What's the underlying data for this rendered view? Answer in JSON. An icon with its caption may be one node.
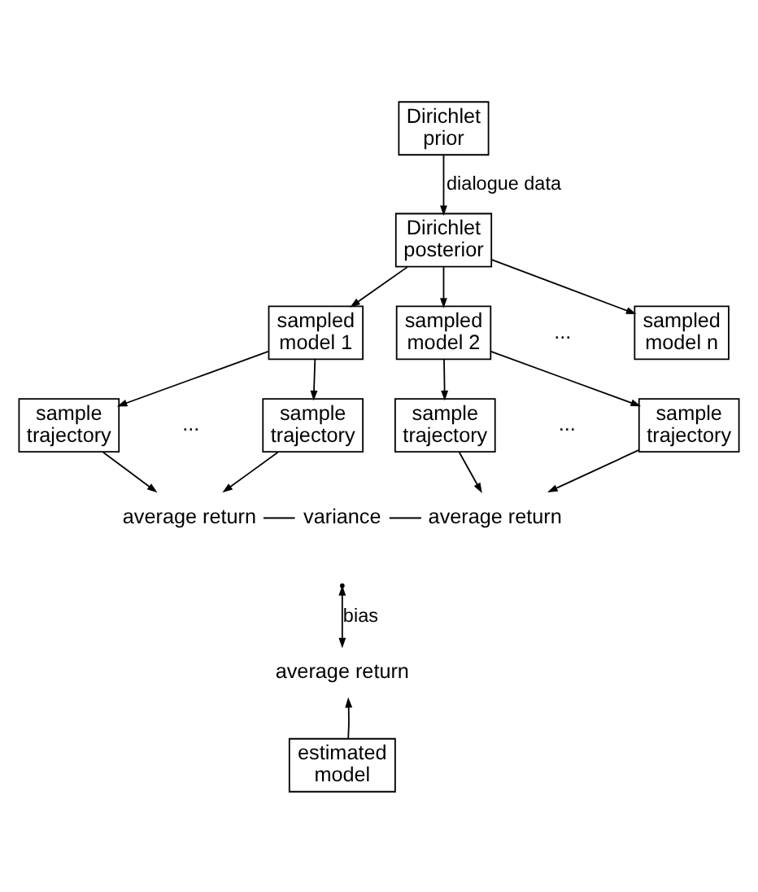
{
  "diagram": {
    "nodes": [
      {
        "text": [
          "Dirichlet prior"
        ]
      },
      {
        "text": [
          "Dirichlet posterior"
        ]
      },
      {
        "text": [
          "sampled model 1"
        ]
      },
      {
        "text": [
          "sampled model 2"
        ]
      },
      {
        "text": [
          "sampled model n"
        ]
      },
      {
        "text": [
          "sample trajectory"
        ]
      },
      {
        "text": [
          "sample trajectory"
        ]
      },
      {
        "text": [
          "sample trajectory"
        ]
      },
      {
        "text": [
          "sample trajectory"
        ]
      },
      {
        "text": [
          "average return"
        ]
      },
      {
        "text": [
          "average return"
        ]
      },
      {
        "text": [
          "average return"
        ]
      },
      {
        "text": [
          "estimated model"
        ]
      }
    ],
    "edges": [
      {
        "from": 0,
        "to": 1,
        "arrow": "to",
        "label": "dialogue data"
      },
      {
        "from": 1,
        "to": 2,
        "arrow": "to"
      },
      {
        "from": 1,
        "to": 3,
        "arrow": "to"
      },
      {
        "from": 1,
        "to": 4,
        "arrow": "to"
      },
      {
        "from": 2,
        "to": 5,
        "arrow": "to"
      },
      {
        "from": 2,
        "to": 6,
        "arrow": "to"
      },
      {
        "from": 3,
        "to": 7,
        "arrow": "to"
      },
      {
        "from": 3,
        "to": 8,
        "arrow": "to"
      },
      {
        "from": 5,
        "to": 9,
        "arrow": "to"
      },
      {
        "from": 6,
        "to": 9,
        "arrow": "to"
      },
      {
        "from": 7,
        "to": 10,
        "arrow": "to"
      },
      {
        "from": 8,
        "to": 10,
        "arrow": "to"
      },
      {
        "from": null,
        "to": 11,
        "arrow": "both",
        "label": "bias"
      },
      {
        "from": 12,
        "to": 11,
        "arrow": "to"
      }
    ],
    "labels": [
      "...",
      "...",
      "...",
      "variance"
    ]
  }
}
